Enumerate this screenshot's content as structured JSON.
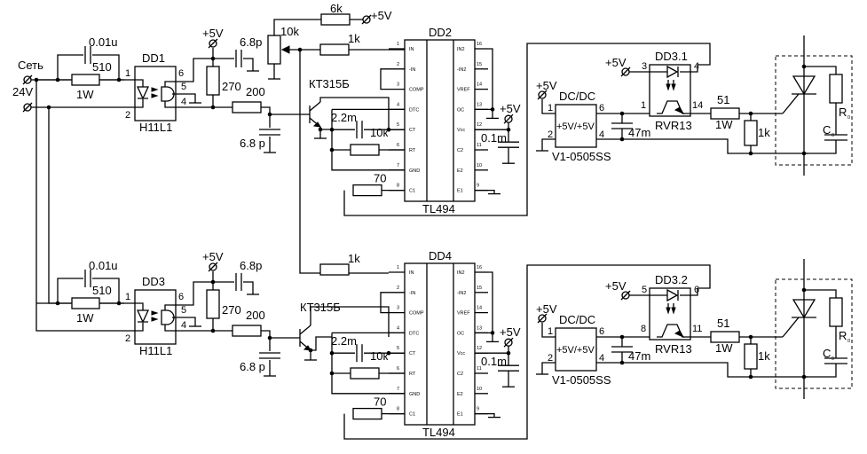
{
  "input": {
    "mains_label": "Сеть",
    "voltage_label": "24V"
  },
  "supply_label": "+5V",
  "channels": [
    {
      "opto_ref": "DD1",
      "opto_part": "H11L1",
      "opto_pins": [
        "1",
        "2",
        "6",
        "5",
        "4"
      ],
      "cap_in": "0.01u",
      "res_in": "510",
      "res_in_power": "1W",
      "pullup": "270",
      "cap_out": "6.8p",
      "res_base": "200",
      "cap_base": "6.8 p",
      "transistor": "КТ315Б",
      "pot": "10k",
      "res_top": "6k",
      "res_in1": "1k",
      "pwm_ref": "DD2",
      "pwm_part": "TL494",
      "cap_ct": "2.2m",
      "res_rt": "10к",
      "res_c1": "70",
      "cap_vcc": "0.1m",
      "dcdc_title": "DC/DC",
      "dcdc_inner": "+5V/+5V",
      "dcdc_part": "V1-0505SS",
      "dcdc_pins": [
        "1",
        "2",
        "6",
        "4"
      ],
      "cap_dcdc": "47m",
      "relay_ref": "DD3.1",
      "relay_part": "RVR13",
      "relay_pins": [
        "3",
        "4",
        "1",
        "14"
      ],
      "res_gate": "51",
      "res_gate_power": "1W",
      "res_gk": "1k",
      "snubber_r": "R",
      "snubber_c": "C",
      "snubber_sub": "0"
    },
    {
      "opto_ref": "DD3",
      "opto_part": "H11L1",
      "opto_pins": [
        "1",
        "2",
        "6",
        "5",
        "4"
      ],
      "cap_in": "0.01u",
      "res_in": "510",
      "res_in_power": "1W",
      "pullup": "270",
      "cap_out": "6.8p",
      "res_base": "200",
      "cap_base": "6.8 p",
      "transistor": "КТ315Б",
      "res_in1": "1k",
      "pwm_ref": "DD4",
      "pwm_part": "TL494",
      "cap_ct": "2.2m",
      "res_rt": "10к",
      "res_c1": "70",
      "cap_vcc": "0.1m",
      "dcdc_title": "DC/DC",
      "dcdc_inner": "+5V/+5V",
      "dcdc_part": "V1-0505SS",
      "dcdc_pins": [
        "1",
        "2",
        "6",
        "4"
      ],
      "cap_dcdc": "47m",
      "relay_ref": "DD3.2",
      "relay_part": "RVR13",
      "relay_pins": [
        "5",
        "6",
        "8",
        "11"
      ],
      "res_gate": "51",
      "res_gate_power": "1W",
      "res_gk": "1k",
      "snubber_r": "R",
      "snubber_c": "C",
      "snubber_sub": "0"
    }
  ],
  "tl494_pins_left": [
    {
      "num": "1",
      "name": "IN"
    },
    {
      "num": "2",
      "name": "-IN"
    },
    {
      "num": "3",
      "name": "COMP"
    },
    {
      "num": "4",
      "name": "DTC"
    },
    {
      "num": "5",
      "name": "CT"
    },
    {
      "num": "6",
      "name": "RT"
    },
    {
      "num": "7",
      "name": "GND"
    },
    {
      "num": "8",
      "name": "C1"
    }
  ],
  "tl494_pins_right": [
    {
      "num": "16",
      "name": "IN2"
    },
    {
      "num": "15",
      "name": "-IN2"
    },
    {
      "num": "14",
      "name": "VREF"
    },
    {
      "num": "13",
      "name": "OC"
    },
    {
      "num": "12",
      "name": "Vcc"
    },
    {
      "num": "11",
      "name": "C2"
    },
    {
      "num": "10",
      "name": "E2"
    },
    {
      "num": "9",
      "name": "E1"
    }
  ]
}
